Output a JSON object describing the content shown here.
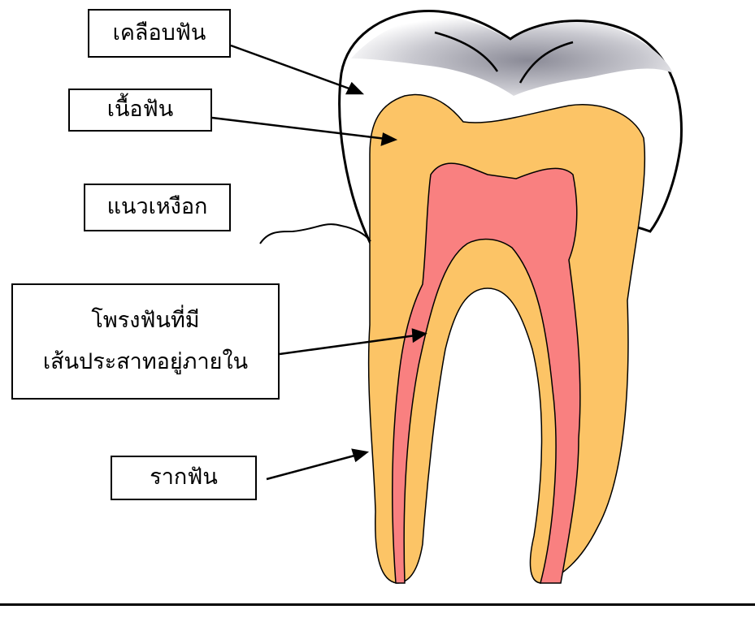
{
  "labels": {
    "enamel": "เคลือบฟัน",
    "dentin": "เนื้อฟัน",
    "gumline": "แนวเหงือก",
    "pulp_line1": "โพรงฟันที่มี",
    "pulp_line2": "เส้นประสาทอยู่ภายใน",
    "root": "รากฟัน"
  },
  "colors": {
    "enamel": "#ffffff",
    "crown_shadow": "#8a8a96",
    "dentin": "#fcc466",
    "pulp": "#f98080",
    "outline": "#000000"
  }
}
